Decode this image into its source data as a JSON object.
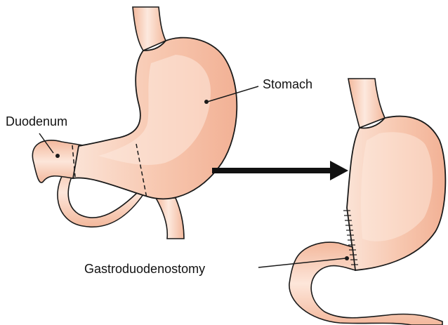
{
  "labels": {
    "stomach": "Stomach",
    "duodenum": "Duodenum",
    "gastroduodenostomy": "Gastroduodenostomy"
  },
  "colors": {
    "organ_fill": "#f6c2a8",
    "organ_light": "#fbe0d2",
    "organ_inner": "#fde9de",
    "outline": "#1a1a1a",
    "arrow": "#111111"
  }
}
